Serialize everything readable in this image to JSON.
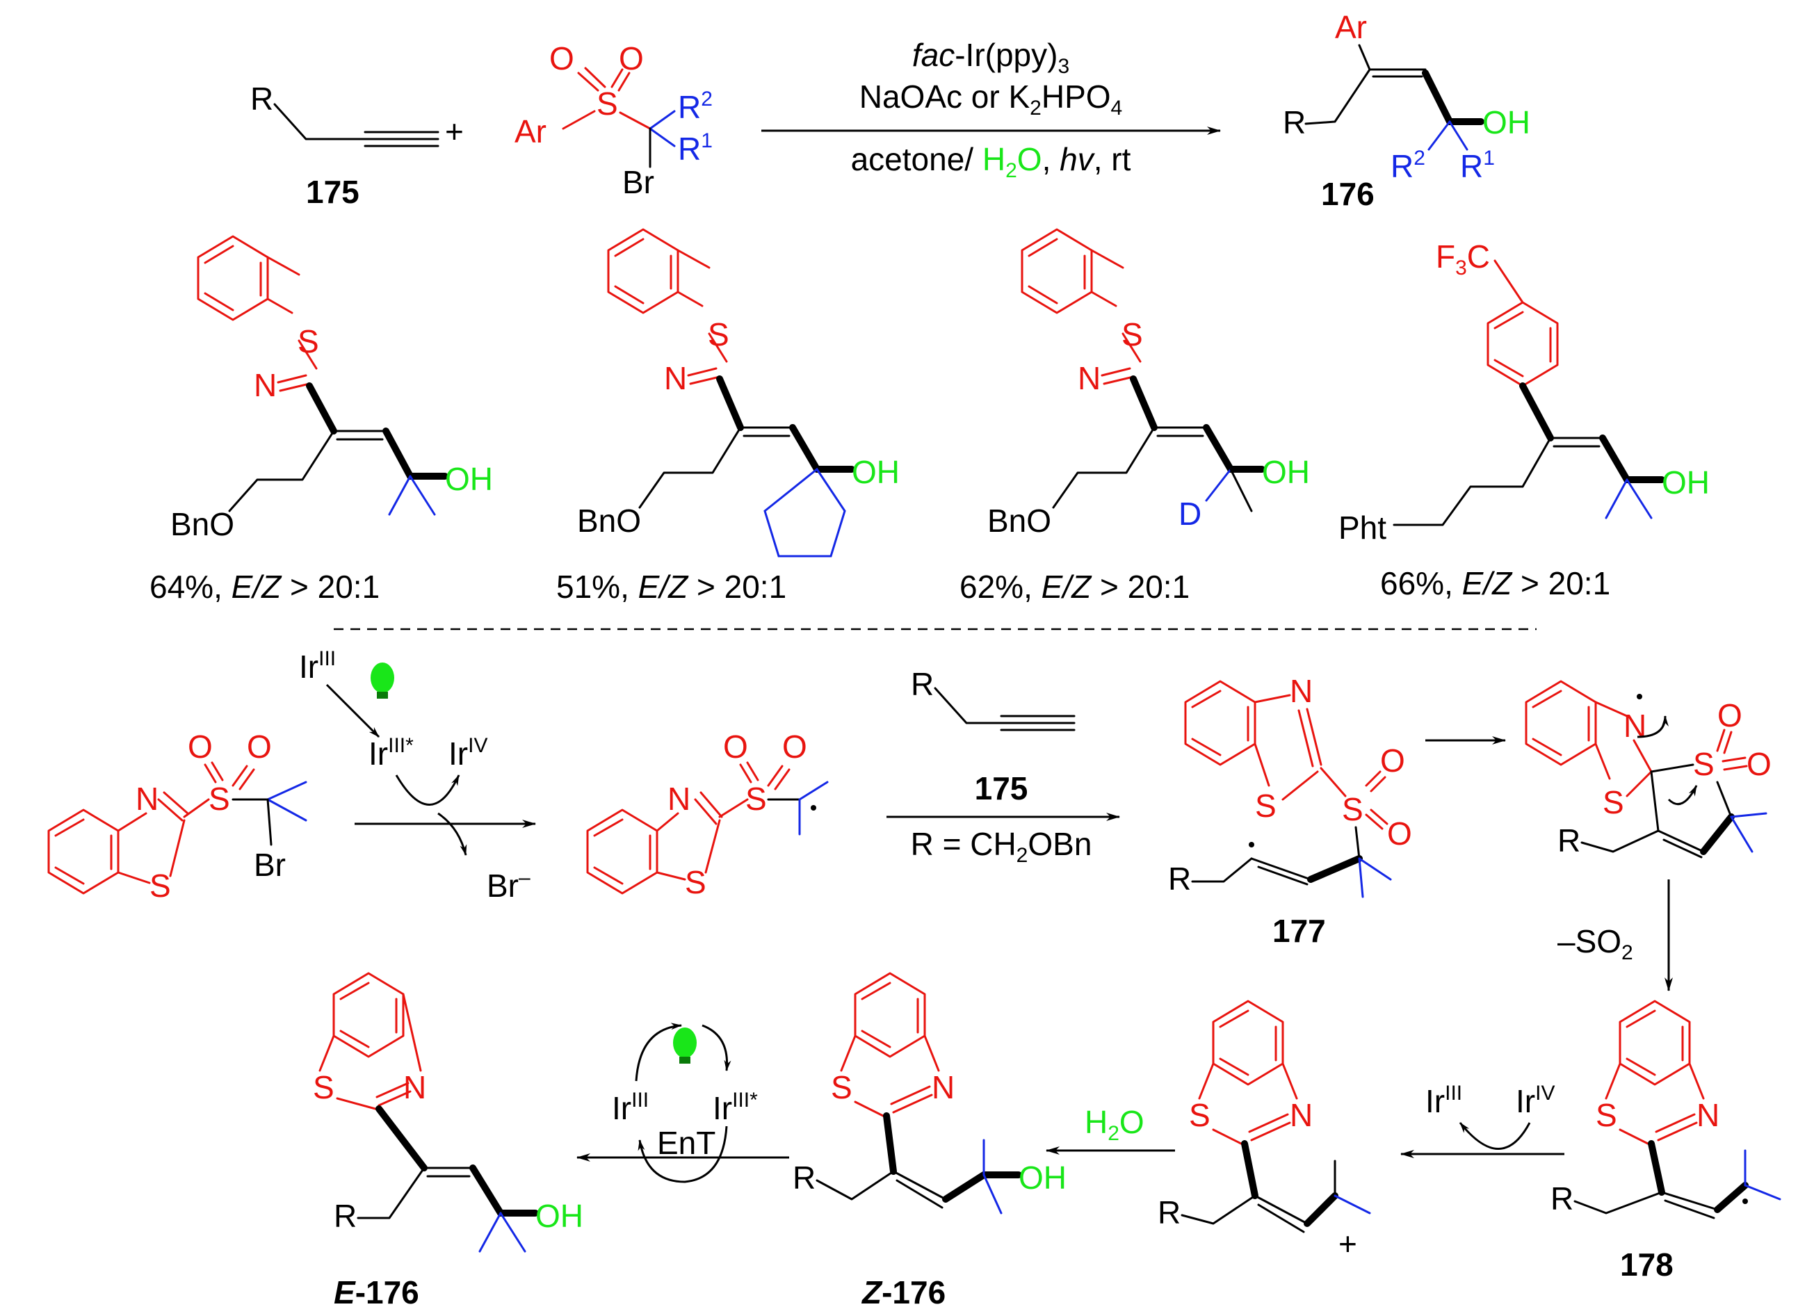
{
  "colors": {
    "red": "#e8140f",
    "blue": "#1428e6",
    "green": "#19e619",
    "black": "#000000"
  },
  "reaction": {
    "catalyst_fac": "fac",
    "catalyst_rest": "-Ir(ppy)",
    "catalyst_sub": "3",
    "base_a": "NaOAc or K",
    "base_sub1": "2",
    "base_b": "HPO",
    "base_sub2": "4",
    "solvent_a": "acetone/ ",
    "solvent_h": "H",
    "solvent_sub": "2",
    "solvent_o": "O",
    "solvent_comma": ", ",
    "hv": "hv",
    "rt": ", rt",
    "plus": "+"
  },
  "atoms": {
    "R": "R",
    "Ar": "Ar",
    "S": "S",
    "O": "O",
    "N": "N",
    "Br": "Br",
    "OH": "OH",
    "D": "D",
    "BnO": "BnO",
    "Pht": "Pht",
    "R1": "R",
    "R1sup": "1",
    "R2": "R",
    "R2sup": "2",
    "F3C_F": "F",
    "F3C_sub": "3",
    "F3C_C": "C",
    "plus_charge": "+"
  },
  "labels": {
    "c175": "175",
    "c176": "176",
    "c177": "177",
    "c178": "178",
    "cE176_prefix": "E",
    "cE176_suffix": "-176",
    "cZ176_prefix": "Z",
    "cZ176_suffix": "-176"
  },
  "yields": [
    {
      "pct": "64%, ",
      "ez": "E/Z",
      "ratio": " > 20:1"
    },
    {
      "pct": "51%, ",
      "ez": "E/Z",
      "ratio": " > 20:1"
    },
    {
      "pct": "62%, ",
      "ez": "E/Z",
      "ratio": " > 20:1"
    },
    {
      "pct": "66%, ",
      "ez": "E/Z",
      "ratio": " > 20:1"
    }
  ],
  "mechanism": {
    "ir": "Ir",
    "ir3": "III",
    "ir3star": "III*",
    "ir4": "IV",
    "br_minus": "Br",
    "minus": "–",
    "r_def_a": "R = CH",
    "r_def_sub": "2",
    "r_def_b": "OBn",
    "so2_a": "–SO",
    "so2_sub": "2",
    "h2o_h": "H",
    "h2o_sub": "2",
    "h2o_o": "O",
    "ent": "EnT"
  }
}
